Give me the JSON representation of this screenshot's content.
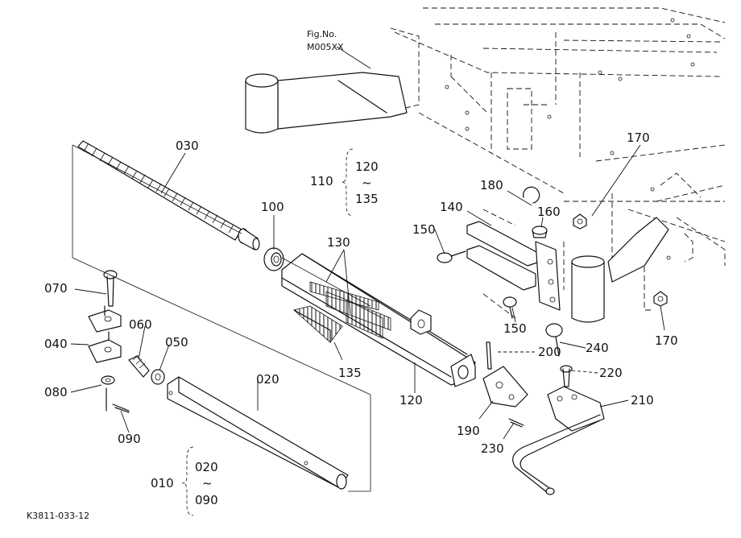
{
  "figure_reference": {
    "line1": "Fig.No.",
    "line2": "M005XX"
  },
  "drawing_id": "K3811-033-12",
  "labels": {
    "p030": "030",
    "p100": "100",
    "p110": "110",
    "p120_range_top": "120",
    "p120_range_tilde": "~",
    "p135_range_bottom": "135",
    "p130": "130",
    "p180": "180",
    "p140": "140",
    "p160": "160",
    "p170_top": "170",
    "p150_top": "150",
    "p150_bottom": "150",
    "p170_bottom": "170",
    "p070": "070",
    "p060": "060",
    "p050": "050",
    "p040": "040",
    "p135": "135",
    "p200": "200",
    "p240": "240",
    "p020": "020",
    "p120": "120",
    "p220": "220",
    "p080": "080",
    "p090": "090",
    "p190": "190",
    "p210": "210",
    "p230": "230",
    "p010": "010",
    "p010_range_top": "020",
    "p010_range_tilde": "~",
    "p010_range_bottom": "090"
  }
}
